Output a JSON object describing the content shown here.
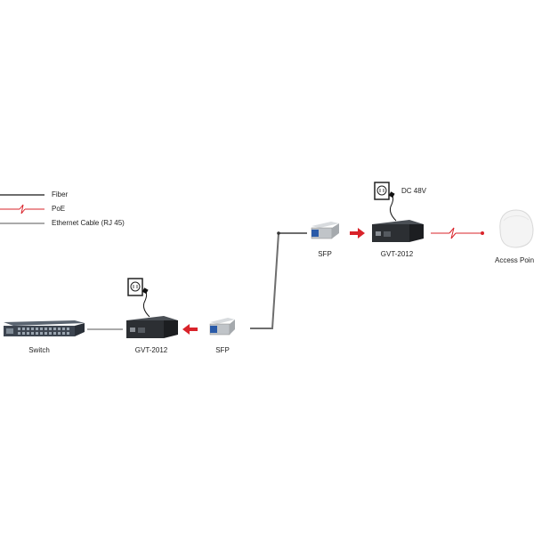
{
  "legend": {
    "fiber": "Fiber",
    "poe": "PoE",
    "ethernet": "Ethernet Cable (RJ 45)"
  },
  "devices": {
    "switch": "Switch",
    "converter_left": "GVT-2012",
    "sfp_left": "SFP",
    "sfp_right": "SFP",
    "converter_right": "GVT-2012",
    "access_point": "Access Point",
    "power_label": "DC 48V"
  },
  "colors": {
    "fiber": "#6e6e6e",
    "poe": "#d9232a",
    "ethernet": "#555555",
    "arrow": "#d9232a",
    "device": "#2c2f33",
    "sfp_module": "#c0c4c8"
  }
}
